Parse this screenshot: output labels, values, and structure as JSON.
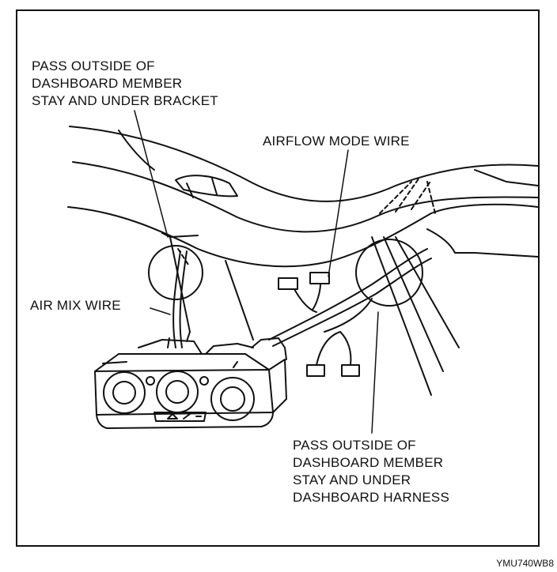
{
  "labels": {
    "pass_outside_bracket": [
      "PASS OUTSIDE OF",
      "DASHBOARD MEMBER",
      "STAY AND UNDER BRACKET"
    ],
    "airflow_mode_wire": "AIRFLOW MODE WIRE",
    "air_mix_wire": "AIR MIX WIRE",
    "pass_outside_harness": [
      "PASS OUTSIDE OF",
      "DASHBOARD MEMBER",
      "STAY AND UNDER",
      "DASHBOARD HARNESS"
    ]
  },
  "figure_id": "YMU740WB8"
}
